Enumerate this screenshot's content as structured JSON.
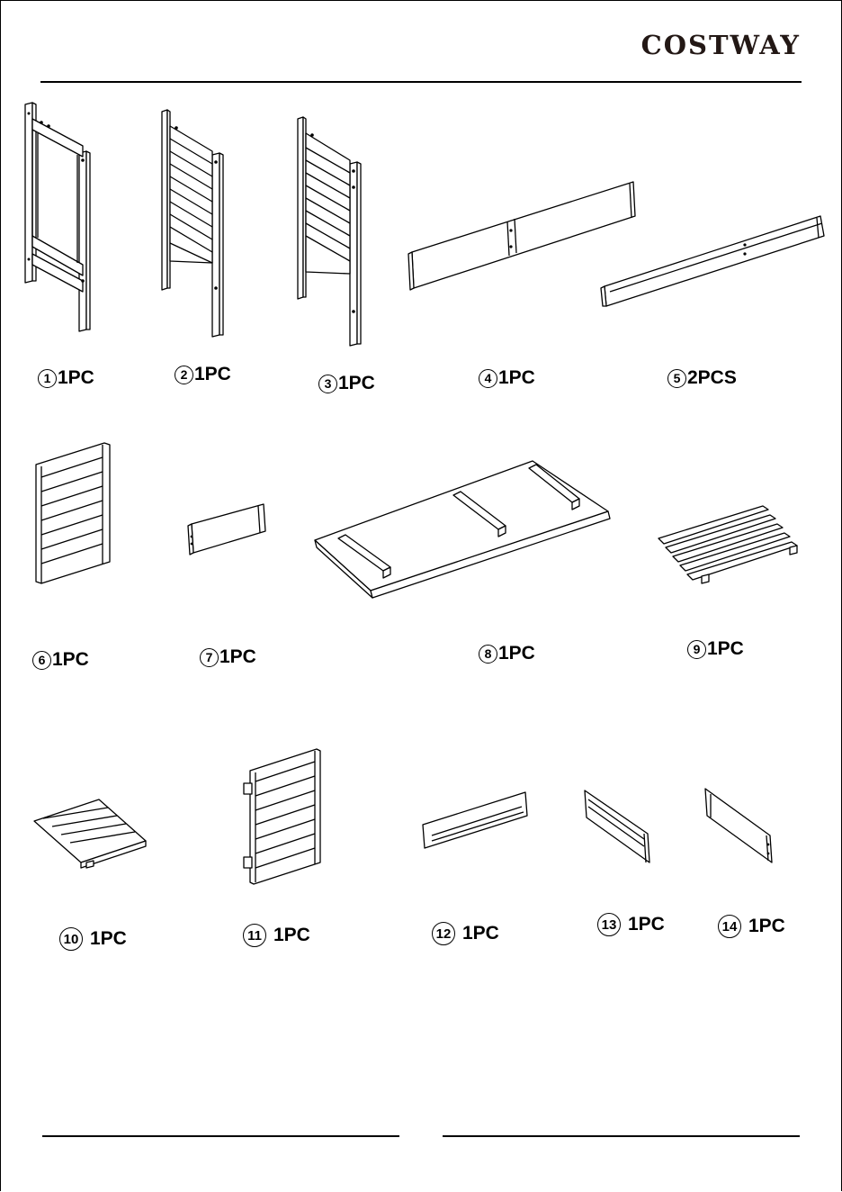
{
  "brand": "COSTWAY",
  "parts": [
    {
      "num": "1",
      "qty": "1PC"
    },
    {
      "num": "2",
      "qty": "1PC"
    },
    {
      "num": "3",
      "qty": "1PC"
    },
    {
      "num": "4",
      "qty": "1PC"
    },
    {
      "num": "5",
      "qty": "2PCS"
    },
    {
      "num": "6",
      "qty": "1PC"
    },
    {
      "num": "7",
      "qty": "1PC"
    },
    {
      "num": "8",
      "qty": "1PC"
    },
    {
      "num": "9",
      "qty": "1PC"
    },
    {
      "num": "10",
      "qty": "1PC"
    },
    {
      "num": "11",
      "qty": "1PC"
    },
    {
      "num": "12",
      "qty": "1PC"
    },
    {
      "num": "13",
      "qty": "1PC"
    },
    {
      "num": "14",
      "qty": "1PC"
    }
  ]
}
